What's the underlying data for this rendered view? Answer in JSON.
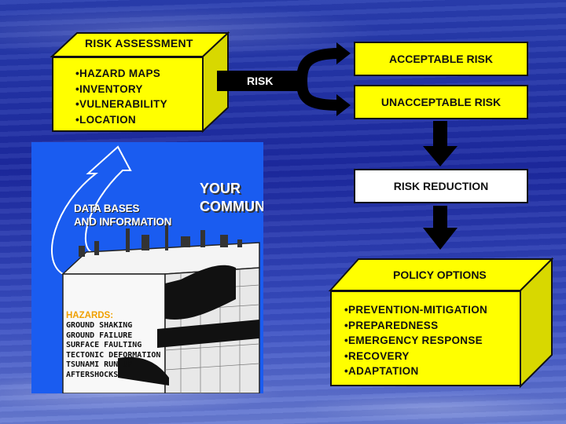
{
  "risk_assessment": {
    "title": "RISK ASSESSMENT",
    "items": [
      "•HAZARD MAPS",
      "•INVENTORY",
      "•VULNERABILITY",
      "•LOCATION"
    ]
  },
  "risk_label": "RISK",
  "acceptable": "ACCEPTABLE RISK",
  "unacceptable": "UNACCEPTABLE RISK",
  "risk_reduction": "RISK REDUCTION",
  "policy": {
    "title": "POLICY OPTIONS",
    "items": [
      "•PREVENTION-MITIGATION",
      "•PREPAREDNESS",
      "•EMERGENCY RESPONSE",
      "•RECOVERY",
      "•ADAPTATION"
    ]
  },
  "community": {
    "title_line1": "YOUR",
    "title_line2": "COMMUNITY",
    "data_line1": "DATA BASES",
    "data_line2": "AND INFORMATION",
    "hazards_title": "HAZARDS:",
    "hazards": [
      "GROUND SHAKING",
      "GROUND FAILURE",
      "SURFACE FAULTING",
      "TECTONIC DEFORMATION",
      "TSUNAMI RUN UP",
      "AFTERSHOCKS"
    ]
  },
  "colors": {
    "box_yellow": "#ffff00",
    "panel_blue": "#1a5cf0",
    "hazards_orange": "#f0a000"
  }
}
